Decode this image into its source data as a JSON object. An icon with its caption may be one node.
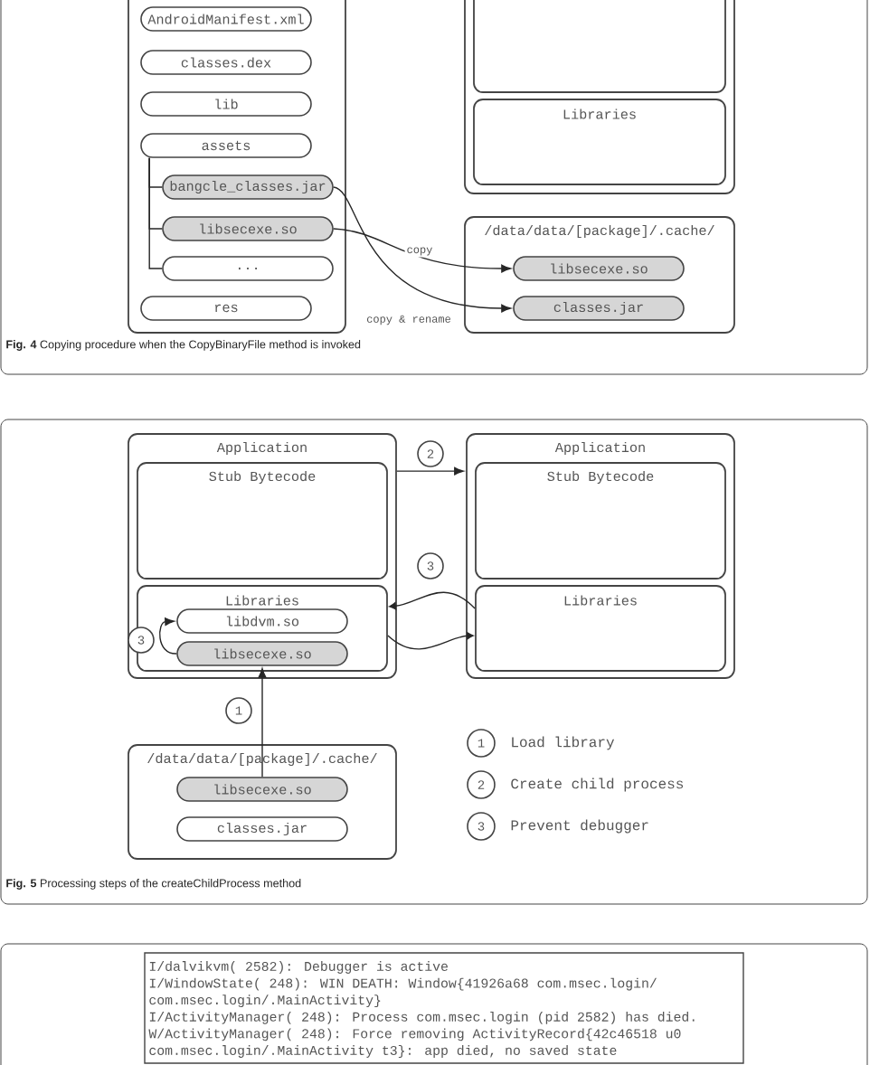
{
  "diagram": {
    "nodes": [
      {
        "text": [],
        "shape": "box"
      },
      {
        "text": [
          "AndroidManifest.xml"
        ],
        "in": 0
      },
      {
        "text": [
          "classes.dex"
        ],
        "in": 0
      },
      {
        "text": [
          "lib"
        ],
        "in": 0
      },
      {
        "text": [
          "assets"
        ],
        "in": 0
      },
      {
        "text": [
          "bangcle_classes.jar"
        ],
        "in": 0
      },
      {
        "text": [
          "libsecexe.so"
        ],
        "in": 0
      },
      {
        "text": [
          "..."
        ],
        "in": 0
      },
      {
        "text": [
          "res"
        ],
        "in": 0
      },
      {
        "text": [],
        "shape": "box"
      },
      {
        "text": [],
        "shape": "box",
        "in": 9
      },
      {
        "text": [
          "Libraries"
        ],
        "in": 9
      },
      {
        "text": [
          "/data/data/[package]/.cache/"
        ]
      },
      {
        "text": [
          "libsecexe.so"
        ],
        "in": 12
      },
      {
        "text": [
          "classes.jar"
        ],
        "in": 12
      },
      {
        "text": [
          "Application"
        ]
      },
      {
        "text": [
          "Stub Bytecode"
        ],
        "in": 15
      },
      {
        "text": [
          "Libraries"
        ],
        "in": 15
      },
      {
        "text": [
          "libdvm.so"
        ],
        "in": 17
      },
      {
        "text": [
          "libsecexe.so"
        ],
        "in": 17
      },
      {
        "text": [
          "Application"
        ]
      },
      {
        "text": [
          "Stub Bytecode"
        ],
        "in": 20
      },
      {
        "text": [
          "Libraries"
        ],
        "in": 20
      },
      {
        "text": [
          "/data/data/[package]/.cache/"
        ]
      },
      {
        "text": [
          "libsecexe.so"
        ],
        "in": 23
      },
      {
        "text": [
          "classes.jar"
        ],
        "in": 23
      }
    ],
    "edges": [
      {
        "from": 4,
        "to": 5,
        "arrow": "none"
      },
      {
        "from": 4,
        "to": 6,
        "arrow": "none"
      },
      {
        "from": 4,
        "to": 7,
        "arrow": "none"
      },
      {
        "from": 6,
        "to": 13,
        "arrow": "to",
        "label": "copy"
      },
      {
        "from": 5,
        "to": 14,
        "arrow": "to",
        "label": "copy & rename"
      },
      {
        "from": 15,
        "to": 20,
        "arrow": "to",
        "label": "2"
      },
      {
        "from": 22,
        "to": 17,
        "arrow": "to",
        "label": "3"
      },
      {
        "from": 17,
        "to": 22,
        "arrow": "to"
      },
      {
        "from": 19,
        "to": 18,
        "arrow": "to",
        "label": "3"
      },
      {
        "from": 24,
        "to": 19,
        "arrow": "to",
        "label": "1"
      }
    ],
    "labels": [
      "**Fig. 4** Copying procedure when the CopyBinaryFile method is invoked",
      "**Fig. 5** Processing steps of the createChildProcess method",
      "1",
      "2",
      "3",
      "I/dalvikvm( 2582): Debugger is active",
      "I/WindowState( 248): WIN DEATH: Window{41926a68 com.msec.login/",
      "com.msec.login/.MainActivity}",
      "I/ActivityManager( 248): Process com.msec.login (pid 2582) has died.",
      "W/ActivityManager( 248): Force removing ActivityRecord{42c46518 u0",
      "com.msec.login/.MainActivity t3}: app died, no saved state"
    ],
    "legend": [
      {
        "text": "Load library"
      },
      {
        "text": "Create child process"
      },
      {
        "text": "Prevent debugger"
      }
    ]
  }
}
